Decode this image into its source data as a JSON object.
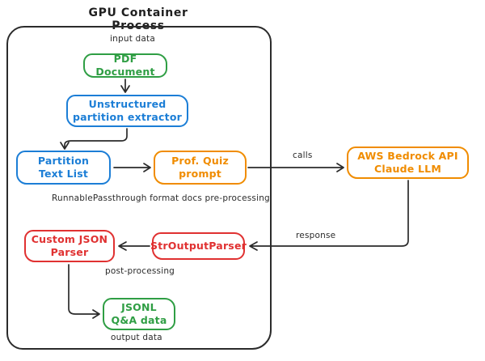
{
  "diagram": {
    "title": "GPU Container Process",
    "colors": {
      "green": "#2f9e44",
      "blue": "#1c7ed6",
      "orange": "#f08c00",
      "red": "#e03131",
      "line": "#2b2b2b",
      "background": "#ffffff"
    },
    "nodes": [
      {
        "id": "pdf-document",
        "label": "PDF Document",
        "color": "#2f9e44"
      },
      {
        "id": "unstructured-partition-extractor",
        "label": "Unstructured\npartition extractor",
        "color": "#1c7ed6"
      },
      {
        "id": "partition-text-list",
        "label": "Partition\nText List",
        "color": "#1c7ed6"
      },
      {
        "id": "prof-quiz-prompt",
        "label": "Prof. Quiz\nprompt",
        "color": "#f08c00"
      },
      {
        "id": "aws-bedrock-api-claude-llm",
        "label": "AWS Bedrock API\nClaude LLM",
        "color": "#f08c00"
      },
      {
        "id": "str-output-parser",
        "label": "StrOutputParser",
        "color": "#e03131"
      },
      {
        "id": "custom-json-parser",
        "label": "Custom JSON\nParser",
        "color": "#e03131"
      },
      {
        "id": "jsonl-qa-data",
        "label": "JSONL\nQ&A data",
        "color": "#2f9e44"
      }
    ],
    "annotations": {
      "input_data": "input data",
      "calls": "calls",
      "pre_processing": "RunnablePassthrough format docs pre-processing",
      "response": "response",
      "post_processing": "post-processing",
      "output_data": "output data"
    }
  }
}
